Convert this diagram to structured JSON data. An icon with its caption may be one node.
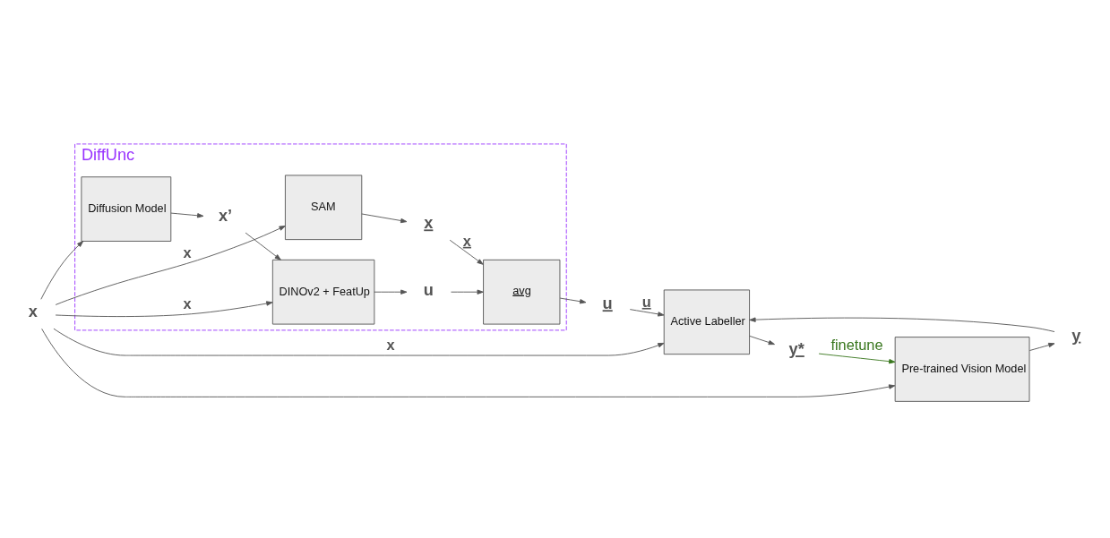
{
  "diagram": {
    "nodes": [
      {
        "text": [
          "DiffUnc"
        ]
      },
      {
        "text": [
          "x"
        ]
      },
      {
        "text": [
          "SAM"
        ],
        "in": 0
      },
      {
        "text": [
          "x"
        ],
        "in": 0
      },
      {
        "text": [
          "Diffusion Model"
        ],
        "in": 0
      },
      {
        "text": [
          "x’"
        ],
        "in": 0
      },
      {
        "text": [
          "DINOv2 + FeatUp"
        ],
        "in": 0
      },
      {
        "text": [
          "u"
        ],
        "in": 0
      },
      {
        "text": [
          "avg"
        ],
        "in": 0
      },
      {
        "text": [
          "u"
        ]
      },
      {
        "text": [
          "Active Labeller"
        ]
      },
      {
        "text": [
          "y*"
        ]
      },
      {
        "text": [
          "Pre-trained Vision Model"
        ]
      },
      {
        "text": [
          "y"
        ]
      }
    ],
    "edges": [
      {
        "from": 1,
        "to": 2,
        "arrow": "to",
        "label": "x"
      },
      {
        "from": 1,
        "to": 6,
        "arrow": "to",
        "label": "x"
      },
      {
        "from": 1,
        "to": 4,
        "arrow": "to"
      },
      {
        "from": 1,
        "to": 10,
        "arrow": "to",
        "label": "x"
      },
      {
        "from": 1,
        "to": 12,
        "arrow": "to"
      },
      {
        "from": 2,
        "to": 3,
        "arrow": "to"
      },
      {
        "from": 3,
        "to": 8,
        "arrow": "to",
        "label": "x"
      },
      {
        "from": 4,
        "to": 5,
        "arrow": "to"
      },
      {
        "from": 5,
        "to": 6,
        "arrow": "to"
      },
      {
        "from": 6,
        "to": 7,
        "arrow": "to"
      },
      {
        "from": 7,
        "to": 8,
        "arrow": "to"
      },
      {
        "from": 8,
        "to": 9,
        "arrow": "to"
      },
      {
        "from": 9,
        "to": 10,
        "arrow": "to",
        "label": "u"
      },
      {
        "from": 10,
        "to": 11,
        "arrow": "to"
      },
      {
        "from": 12,
        "to": 13,
        "arrow": "to"
      },
      {
        "from": 13,
        "to": 10,
        "arrow": "to"
      },
      {
        "from": 11,
        "to": 12,
        "arrow": "to",
        "label": "finetune",
        "color": "#38761d"
      }
    ]
  }
}
